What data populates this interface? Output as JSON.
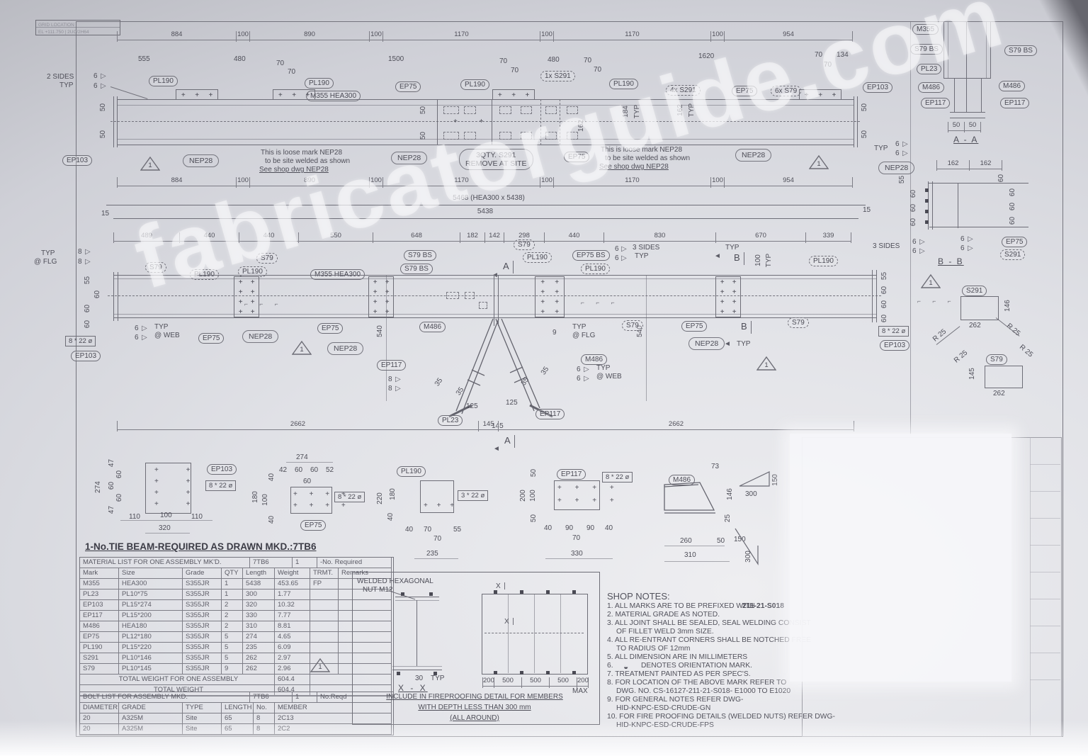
{
  "watermark": {
    "text": "fabricatorguide.com"
  },
  "grid": {
    "l1": "GRID LOCATION",
    "l2": "EL +111.750 | 2UC/2H64"
  },
  "title": "1-No.TIE BEAM-REQUIRED AS DRAWN MKD.:7TB6",
  "common": {
    "d15": "15",
    "d25": "25",
    "d30": "30",
    "d35": "35",
    "d40": "40",
    "d42": "42",
    "d47": "47",
    "d50": "50",
    "d52": "52",
    "d55": "55",
    "d60": "60",
    "d70": "70",
    "d73": "73",
    "d90": "90",
    "d100": "100",
    "d110": "110",
    "d125": "125",
    "d134": "134",
    "d145": "145",
    "d146": "146",
    "d150": "150",
    "d162": "162",
    "d180": "180",
    "d184": "184",
    "d200": "200",
    "d220": "220",
    "d235": "235",
    "d260": "260",
    "d262": "262",
    "d274": "274",
    "d300": "300",
    "d310": "310",
    "d320": "320",
    "d330": "330",
    "d480": "480",
    "d540": "540",
    "d555": "555",
    "d1500": "1500",
    "d1620": "1620",
    "w6": "6",
    "w8": "8",
    "w9": "9",
    "typ": "TYP",
    "rev": "1",
    "at_flg": "@ FLG",
    "at_web": "@ WEB",
    "holes8": "8 * 22 ø",
    "holes3": "3 * 22 ø",
    "r25": "R 25",
    "max": "MAX",
    "a": "A",
    "b": "B",
    "x": "X",
    "tri_r": "▷",
    "tri_l": "◁",
    "arr_l": "◄",
    "plus": "+"
  },
  "pills": {
    "pl190": "PL190",
    "ep75": "EP75",
    "ep103": "EP103",
    "ep117": "EP117",
    "s79": "S79",
    "s291": "S291",
    "nep28": "NEP28",
    "m486": "M486",
    "m355": "M355",
    "pl23": "PL23",
    "m355hea": "M355 HEA300",
    "s79bs": "S79 BS",
    "ep75bs": "EP75 BS",
    "x1s291": "1x S291",
    "x4s291": "4x S291",
    "x6s79": "6x S79"
  },
  "plan": {
    "dims_top": [
      "884",
      "100",
      "890",
      "100",
      "1170",
      "100",
      "1170",
      "100",
      "954"
    ],
    "dims_bottom": [
      "884",
      "100",
      "890",
      "100",
      "1170",
      "100",
      "1170",
      "100",
      "954"
    ],
    "two_sides": "2 SIDES",
    "span1": "5468 (HEA300 x 5438)",
    "span2": "5438",
    "remove1": "3QTY. S291",
    "remove2": "REMOVE AT SITE",
    "loose1": "This is loose mark NEP28",
    "loose2": "to be site welded as shown",
    "loose3": "See shop dwg NEP28"
  },
  "elev": {
    "dims_top": [
      "489",
      "440",
      "440",
      "550",
      "648",
      "182",
      "142",
      "298",
      "440",
      "830",
      "670",
      "339"
    ],
    "dims_bottom": [
      "2662",
      "145",
      "2662"
    ],
    "three_sides": "3 SIDES"
  },
  "sections": {
    "aa": "A - A",
    "bb": "B - B",
    "xx": "X - X",
    "three_sides": "3 SIDES"
  },
  "fire": {
    "nut1": "WELDED HEXAGONAL",
    "nut2": "NUT M12",
    "dims": [
      "200",
      "500",
      "500",
      "500",
      "200"
    ],
    "n1": "INCLUDE IN FIREPROOFING DETAIL FOR MEMBERS",
    "n2": "WITH DEPTH LESS THAN 300 mm",
    "n3": "(ALL AROUND)"
  },
  "notes": {
    "title": "SHOP NOTES:",
    "n1": "1. ALL MARKS ARE TO BE PREFIXED WITH",
    "n1v": "211-21-S018",
    "n2": "2. MATERIAL GRADE AS NOTED.",
    "n3a": "3. ALL JOINT SHALL BE SEALED, SEAL WELDING CONSIST",
    "n3b": "OF FILLET WELD 3mm SIZE.",
    "n4a": "4. ALL RE-ENTRANT CORNERS SHALL BE NOTCHED FREE",
    "n4b": "TO RADIUS OF 12mm",
    "n5": "5. ALL DIMENSION ARE IN MILLIMETERS",
    "n6a": "6.",
    "n6sym": "◒",
    "n6b": "DENOTES ORIENTATION MARK.",
    "n7": "7. TREATMENT  PAINTED AS PER SPEC'S.",
    "n8a": "8. FOR LOCATION OF THE ABOVE MARK REFER TO",
    "n8b": "DWG. NO.    CS-16127-211-21-S018-  E1000 TO E1020",
    "n9a": "9. FOR GENERAL NOTES REFER DWG-",
    "n9b": "HID-KNPC-ESD-CRUDE-GN",
    "n10a": "10. FOR FIRE PROOFING DETAILS (WELDED NUTS) REFER DWG-",
    "n10b": "HID-KNPC-ESD-CRUDE-FPS"
  },
  "mat": {
    "caption": "MATERIAL LIST FOR ONE ASSEMBLY MK'D.",
    "mkd": "7TB6",
    "qty": "1",
    "req": "-No. Required",
    "cols": [
      "Mark",
      "Size",
      "Grade",
      "QTY",
      "Length",
      "Weight",
      "TRMT.",
      "Remarks"
    ],
    "rows": [
      [
        "M355",
        "HEA300",
        "S355JR",
        "1",
        "5438",
        "453.65",
        "FP",
        ""
      ],
      [
        "PL23",
        "PL10*75",
        "S355JR",
        "1",
        "300",
        "1.77",
        "",
        ""
      ],
      [
        "EP103",
        "PL15*274",
        "S355JR",
        "2",
        "320",
        "10.32",
        "",
        ""
      ],
      [
        "EP117",
        "PL15*200",
        "S355JR",
        "2",
        "330",
        "7.77",
        "",
        ""
      ],
      [
        "M486",
        "HEA180",
        "S355JR",
        "2",
        "310",
        "8.81",
        "",
        ""
      ],
      [
        "EP75",
        "PL12*180",
        "S355JR",
        "5",
        "274",
        "4.65",
        "",
        ""
      ],
      [
        "PL190",
        "PL15*220",
        "S355JR",
        "5",
        "235",
        "6.09",
        "",
        ""
      ],
      [
        "S291",
        "PL10*146",
        "S355JR",
        "5",
        "262",
        "2.97",
        "",
        ""
      ],
      [
        "S79",
        "PL10*145",
        "S355JR",
        "9",
        "262",
        "2.96",
        "",
        ""
      ]
    ],
    "t1": "TOTAL WEIGHT FOR ONE ASSEMBLY",
    "t1v": "604.4",
    "t2": "TOTAL WEIGHT",
    "t2v": "604.4"
  },
  "bolts": {
    "caption": "BOLT LIST FOR ASSEMBLY MKD.",
    "mkd": "7TB6",
    "qty": "1",
    "req": "No.Reqd",
    "cols": [
      "DIAMETER",
      "GRADE",
      "TYPE",
      "LENGTH",
      "No.",
      "MEMBER"
    ],
    "rows": [
      [
        "20",
        "A325M",
        "Site",
        "65",
        "8",
        "2C13"
      ],
      [
        "20",
        "A325M",
        "Site",
        "65",
        "8",
        "2C2"
      ]
    ]
  }
}
